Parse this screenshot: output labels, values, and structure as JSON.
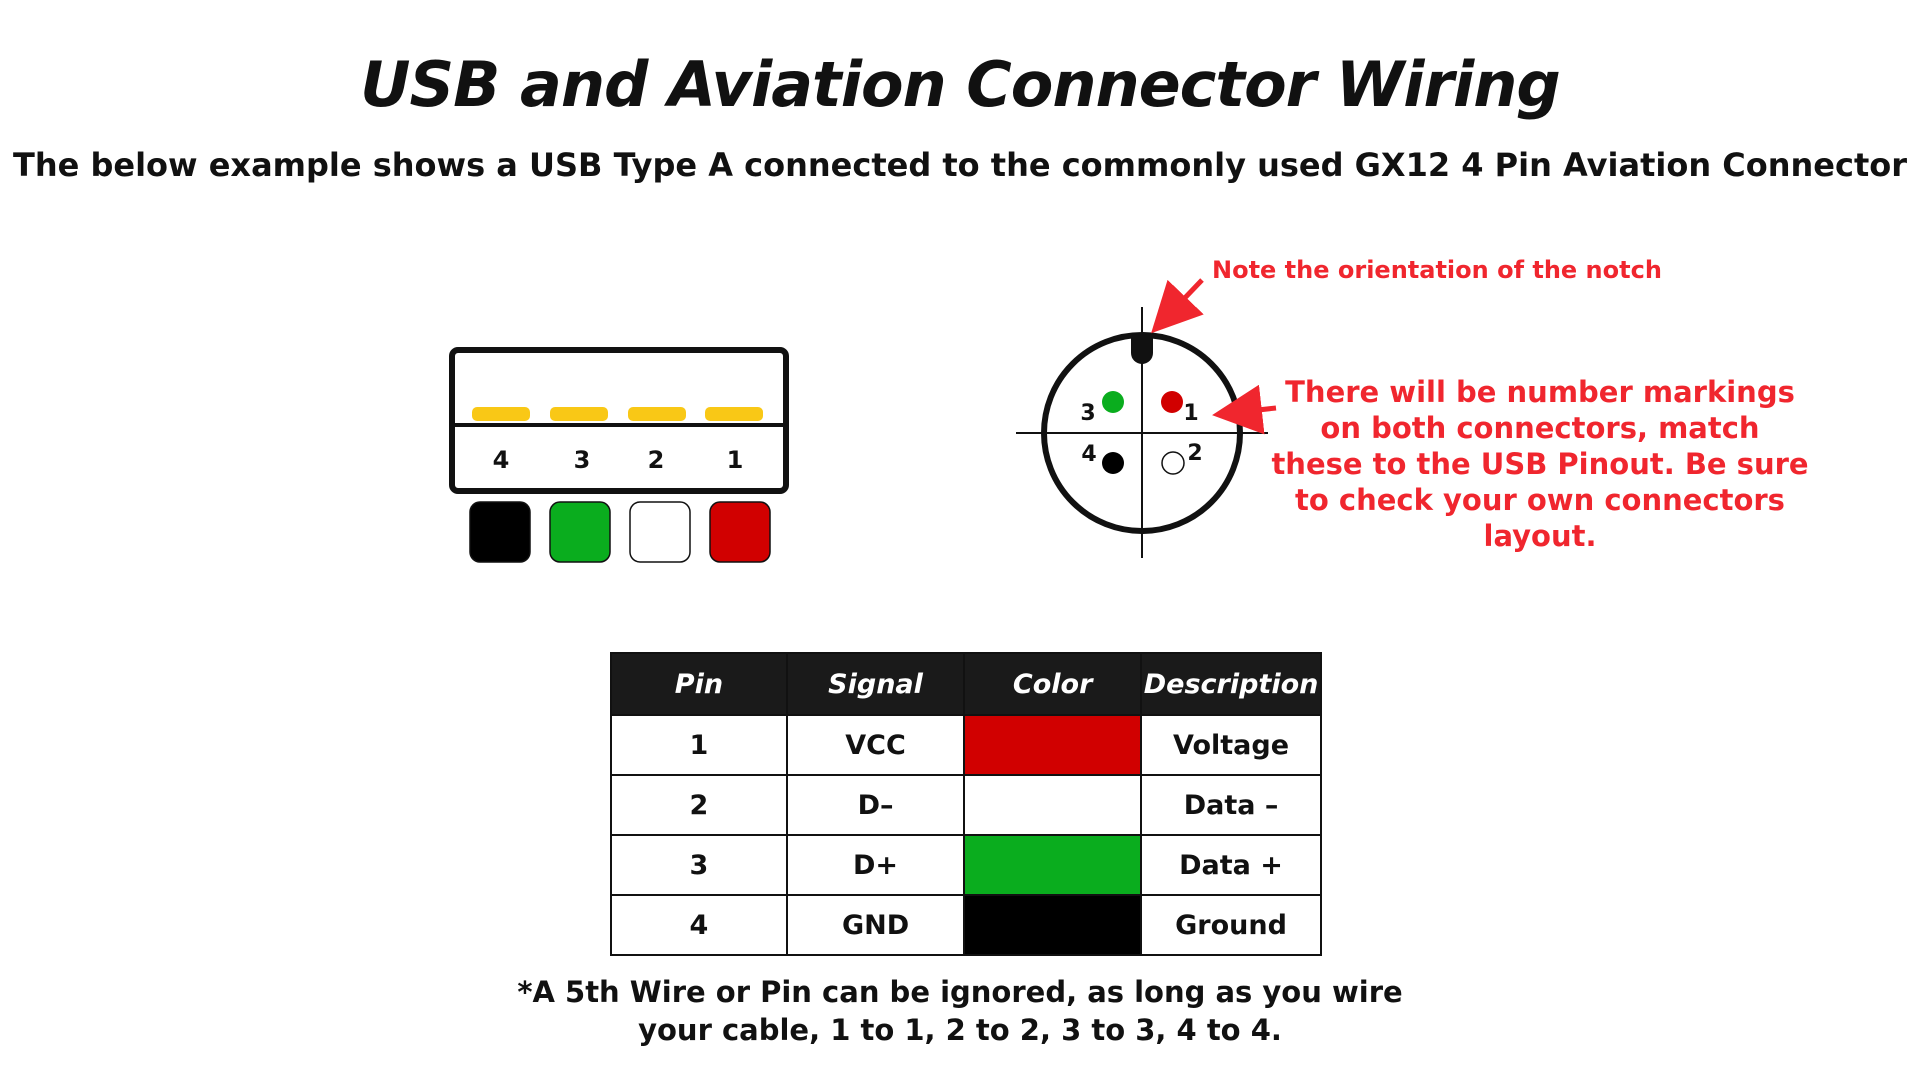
{
  "title": "USB and Aviation Connector Wiring",
  "subtitle": "The below example shows a USB Type A connected to the commonly used GX12 4 Pin Aviation Connector",
  "usb": {
    "pin_labels": [
      "4",
      "3",
      "2",
      "1"
    ],
    "contact_color": "#f9c816",
    "wire_colors": [
      "#000000",
      "#0aad1e",
      "#ffffff",
      "#d10000"
    ]
  },
  "gx12": {
    "pins": [
      {
        "label": "1",
        "color": "#d10000"
      },
      {
        "label": "2",
        "color": "#ffffff"
      },
      {
        "label": "3",
        "color": "#0aad1e"
      },
      {
        "label": "4",
        "color": "#000000"
      }
    ]
  },
  "callouts": {
    "notch": "Note the orientation of the notch",
    "markings": "There will be number markings on both connectors, match these to the USB Pinout. Be sure to check your own connectors layout.",
    "color": "#f0262e"
  },
  "table": {
    "headers": [
      "Pin",
      "Signal",
      "Color",
      "Description"
    ],
    "rows": [
      {
        "pin": "1",
        "signal": "VCC",
        "color": "#d10000",
        "description": "Voltage"
      },
      {
        "pin": "2",
        "signal": "D–",
        "color": "#ffffff",
        "description": "Data –"
      },
      {
        "pin": "3",
        "signal": "D+",
        "color": "#0aad1e",
        "description": "Data +"
      },
      {
        "pin": "4",
        "signal": "GND",
        "color": "#000000",
        "description": "Ground"
      }
    ]
  },
  "footnote": {
    "line1": "*A 5th Wire or Pin can be ignored, as long as you wire",
    "line2": "your cable, 1 to 1, 2 to 2, 3 to 3, 4 to 4."
  }
}
